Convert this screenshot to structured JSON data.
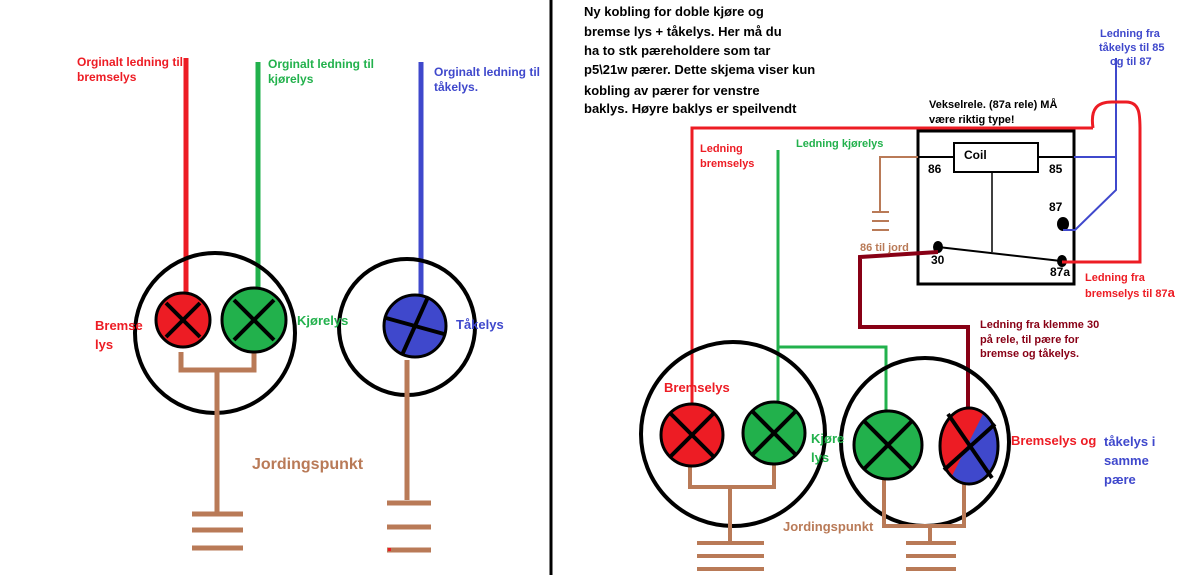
{
  "colors": {
    "red": "#ed1c24",
    "green": "#22b14c",
    "blue": "#3f48cc",
    "brown": "#b97a57",
    "darkred": "#880015",
    "black": "#000000"
  },
  "left": {
    "orig_brake": [
      "Orginalt ledning til",
      "bremselys"
    ],
    "orig_drive": [
      "Orginalt ledning til",
      "kjørelys"
    ],
    "orig_fog": [
      "Orginalt ledning til",
      "tåkelys."
    ],
    "brake_label": [
      "Bremse",
      "lys"
    ],
    "drive_label": "Kjørelys",
    "fog_label": "Tåkelys",
    "ground_label": "Jordingspunkt"
  },
  "right": {
    "intro": [
      "Ny kobling for doble kjøre og",
      "bremse lys + tåkelys. Her må du",
      "ha to stk pæreholdere som tar",
      "p5\\21w pærer. Dette skjema viser kun",
      "kobling av pærer for venstre",
      "baklys. Høyre baklys er speilvendt"
    ],
    "relay_note": [
      "Vekselrele. (87a rele) MÅ",
      "være riktig type!"
    ],
    "feed_85_87": [
      "Ledning fra",
      "tåkelys til 85",
      "og til 87"
    ],
    "brake_wire": [
      "Ledning",
      "bremselys"
    ],
    "drive_wire": "Ledning kjørelys",
    "ground_86": "86 til jord",
    "brake_87a": [
      "Ledning fra",
      "bremselys til 87"
    ],
    "brake_87a_sub": "a",
    "terminal30": [
      "Ledning fra klemme 30",
      "på rele, til pære for",
      "bremse og tåkelys."
    ],
    "brake_label": "Bremselys",
    "drive_label": [
      "Kjøre",
      "lys"
    ],
    "combo_label_1": "Bremselys og",
    "combo_label_2": [
      "tåkelys i",
      "samme",
      "pære"
    ],
    "ground_label": "Jordingspunkt",
    "relay": {
      "coil": "Coil",
      "pin86": "86",
      "pin85": "85",
      "pin87": "87",
      "pin30": "30",
      "pin87a": "87a"
    }
  }
}
